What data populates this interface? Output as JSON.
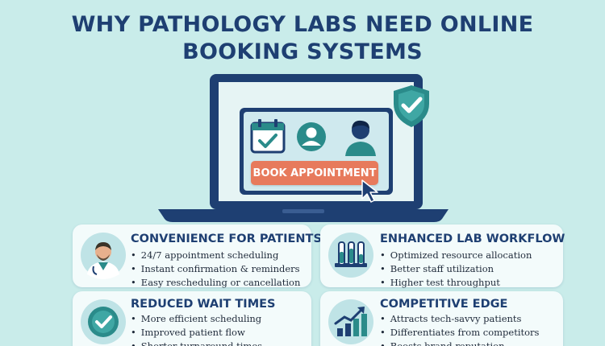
{
  "title": {
    "line1": "WHY PATHOLOGY LABS NEED ONLINE",
    "line2": "BOOKING SYSTEMS"
  },
  "hero": {
    "button_label": "BOOK APPOINTMENT",
    "icons": [
      "calendar-check-icon",
      "user-profile-icon",
      "patient-avatar-icon",
      "shield-check-icon",
      "cursor-arrow-icon"
    ]
  },
  "colors": {
    "background": "#c9ecea",
    "navy": "#1e3f72",
    "teal": "#2a8b8a",
    "coral": "#e77a5c",
    "card": "#f3fbfb"
  },
  "cards": [
    {
      "heading": "CONVENIENCE FOR PATIENTS",
      "icon": "doctor-icon",
      "items": [
        "24/7 appointment scheduling",
        "Instant confirmation & reminders",
        "Easy rescheduling or cancellation"
      ]
    },
    {
      "heading": "ENHANCED LAB WORKFLOW",
      "icon": "test-tubes-icon",
      "items": [
        "Optimized resource allocation",
        "Better staff utilization",
        "Higher test throughput"
      ]
    },
    {
      "heading": "REDUCED WAIT TIMES",
      "icon": "check-badge-icon",
      "items": [
        "More efficient scheduling",
        "Improved patient flow",
        "Shorter turnaround times"
      ]
    },
    {
      "heading": "COMPETITIVE EDGE",
      "icon": "growth-chart-icon",
      "items": [
        "Attracts tech-savvy patients",
        "Differentiates from competitors",
        "Boosts brand reputation"
      ]
    }
  ]
}
